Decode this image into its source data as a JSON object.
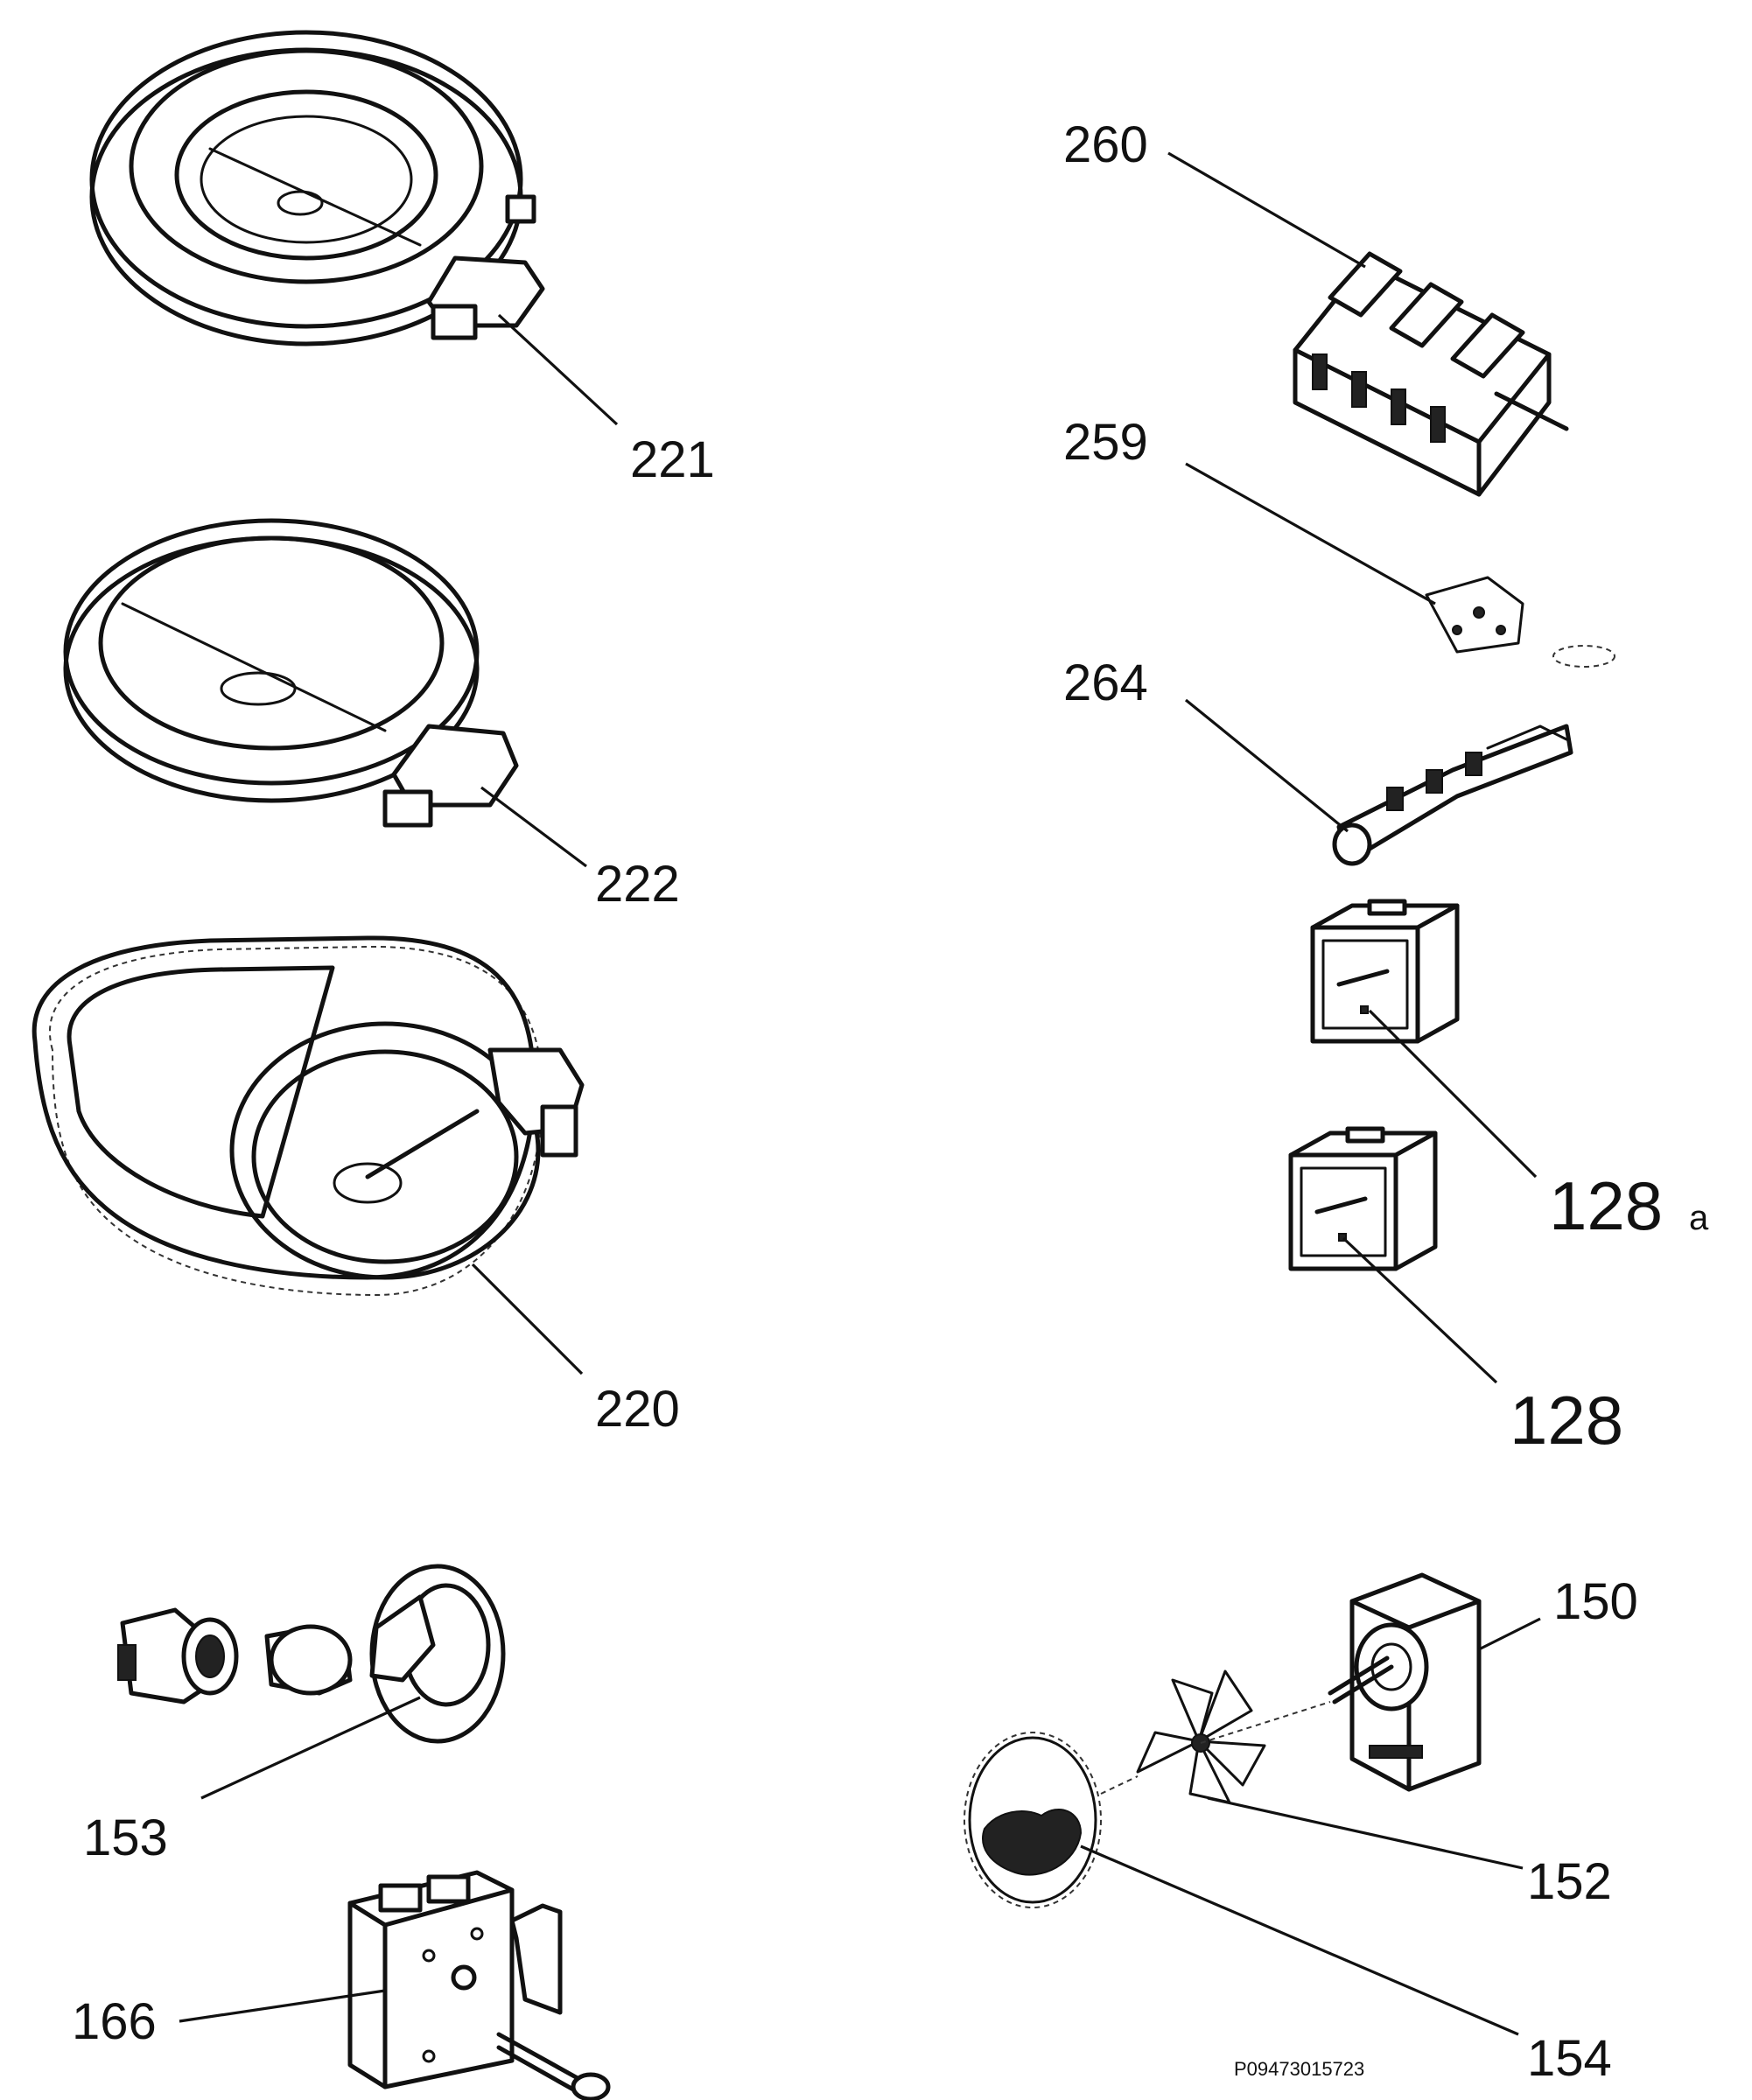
{
  "parts": {
    "p221": "221",
    "p222": "222",
    "p220": "220",
    "p153": "153",
    "p166": "166",
    "p260": "260",
    "p259": "259",
    "p264": "264",
    "p128a": "128",
    "p128a_suffix": "a",
    "p128": "128",
    "p150": "150",
    "p152": "152",
    "p154": "154"
  },
  "reference": "P09473015723"
}
